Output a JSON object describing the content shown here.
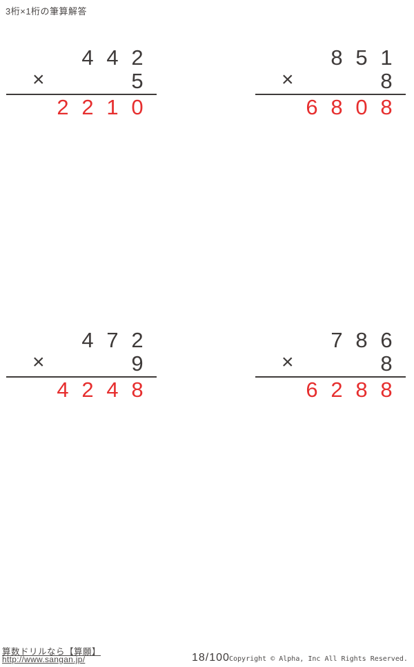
{
  "page": {
    "title": "3桁×1桁の筆算解答"
  },
  "theme": {
    "ink": "#3e3a39",
    "muted": "#4c4948",
    "answer_red": "#e62e2e",
    "background": "#ffffff"
  },
  "problems": [
    {
      "multiplicand": "442",
      "operator": "×",
      "multiplier": "5",
      "product": "2210"
    },
    {
      "multiplicand": "851",
      "operator": "×",
      "multiplier": "8",
      "product": "6808"
    },
    {
      "multiplicand": "472",
      "operator": "×",
      "multiplier": "9",
      "product": "4248"
    },
    {
      "multiplicand": "786",
      "operator": "×",
      "multiplier": "8",
      "product": "6288"
    }
  ],
  "footer": {
    "site_name": "算数ドリルなら【算願】",
    "site_url": "http://www.sangan.jp/",
    "page_number": "18/100",
    "copyright": "Copyright © Alpha, Inc All Rights Reserved."
  }
}
